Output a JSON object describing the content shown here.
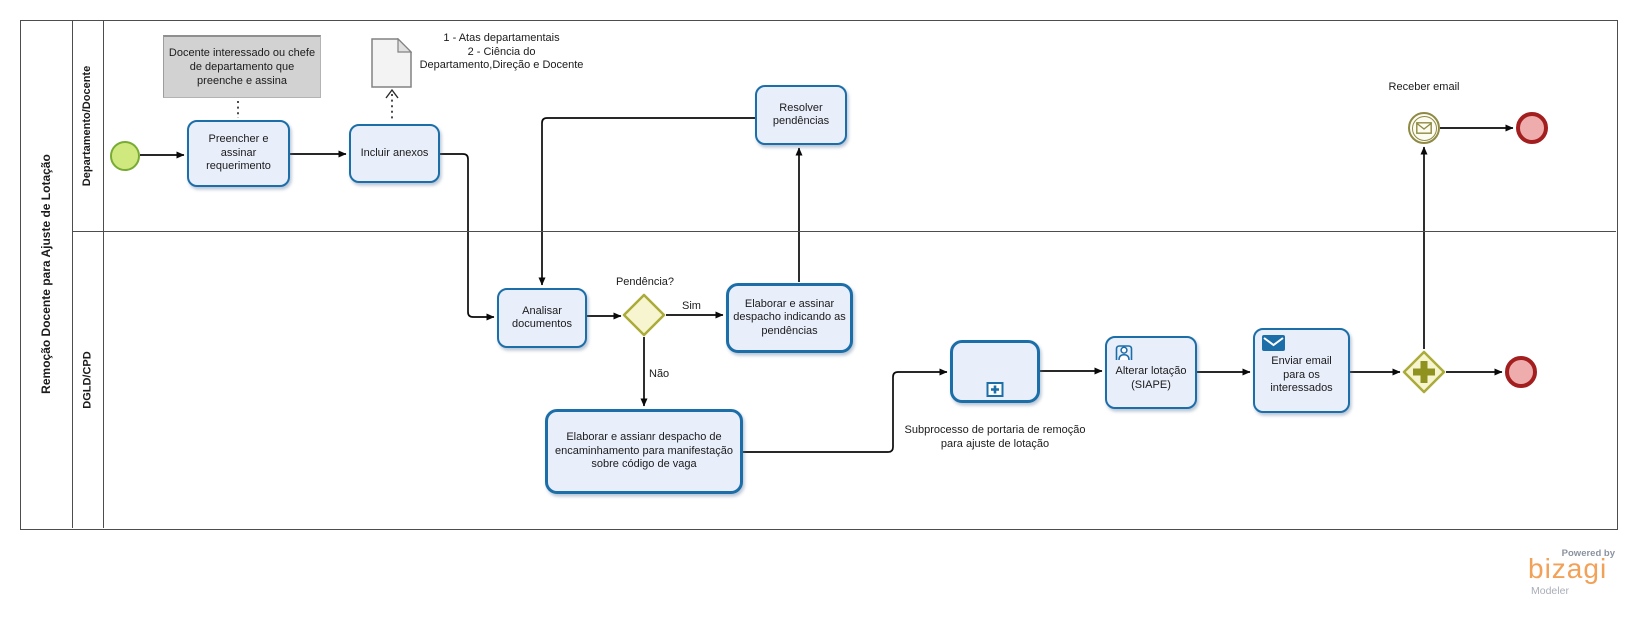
{
  "pool": {
    "title": "Remoção Docente para Ajuste de Lotação"
  },
  "lanes": {
    "lane1": "Departamento/Docente",
    "lane2": "DGLD/CPD"
  },
  "tasks": {
    "preencher": "Preencher e assinar requerimento",
    "incluir_anexos": "Incluir anexos",
    "resolver_pendencias": "Resolver pendências",
    "analisar_documentos": "Analisar documentos",
    "despacho_pendencias": "Elaborar e assinar despacho indicando as pendências",
    "despacho_encaminhamento": "Elaborar e assianr despacho de encaminhamento para manifestação sobre código de vaga",
    "alterar_lotacao": "Alterar lotação (SIAPE)",
    "enviar_email": "Enviar email para os interessados"
  },
  "subprocess": {
    "label": "Subprocesso de portaria de remoção para ajuste de lotação"
  },
  "events": {
    "receber_email": "Receber email"
  },
  "gateways": {
    "pendencia_question": "Pendência?",
    "yes_label": "Sim",
    "no_label": "Não"
  },
  "annotations": {
    "docente_note": "Docente interessado ou chefe de departamento que preenche e assina",
    "anexos_note_lines": [
      "1 - Atas departamentais",
      "2 - Ciência do",
      "Departamento,Direção e Docente"
    ]
  },
  "branding": {
    "powered_by": "Powered by",
    "brand": "bizagi",
    "product": "Modeler"
  },
  "colors": {
    "task_fill": "#e9eefb",
    "task_border": "#1c6ea8",
    "gateway_fill": "#f7f5d0",
    "gateway_border": "#abab3a",
    "parallel_plus": "#8f921f",
    "start_fill": "#cfe97f",
    "start_border": "#77ab33",
    "end_fill": "#efacac",
    "end_border": "#a31f1f",
    "intermediate_border": "#8e8a45",
    "annotation_fill": "#d2d2d2",
    "brand_orange": "#f2a158"
  }
}
